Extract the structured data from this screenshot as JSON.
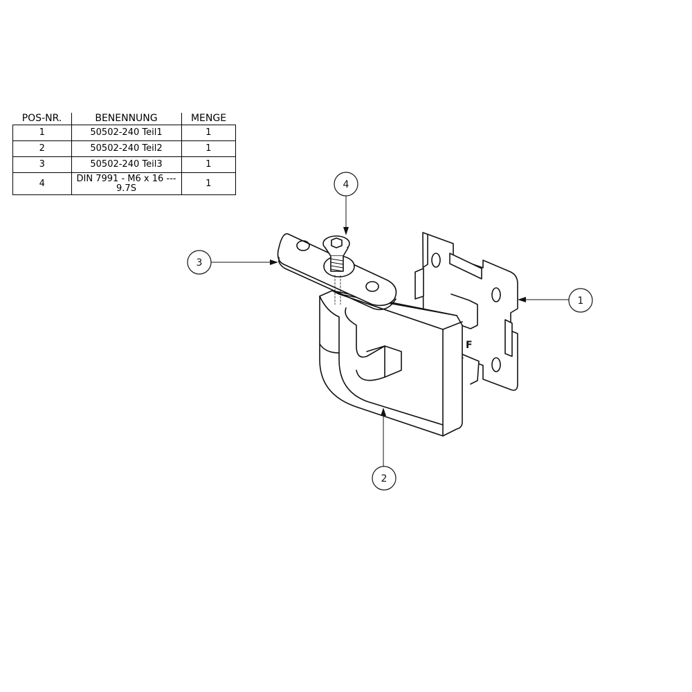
{
  "bom": {
    "headers": {
      "pos": "POS-NR.",
      "name": "BENENNUNG",
      "qty": "MENGE"
    },
    "rows": [
      {
        "pos": "1",
        "name": "50502-240 Teil1",
        "qty": "1"
      },
      {
        "pos": "2",
        "name": "50502-240 Teil2",
        "qty": "1"
      },
      {
        "pos": "3",
        "name": "50502-240 Teil3",
        "qty": "1"
      },
      {
        "pos": "4",
        "name": "DIN 7991 - M6 x 16 ---\n9.7S",
        "qty": "1"
      }
    ]
  },
  "balloons": {
    "b1": "1",
    "b2": "2",
    "b3": "3",
    "b4": "4"
  },
  "part_marking": "F"
}
